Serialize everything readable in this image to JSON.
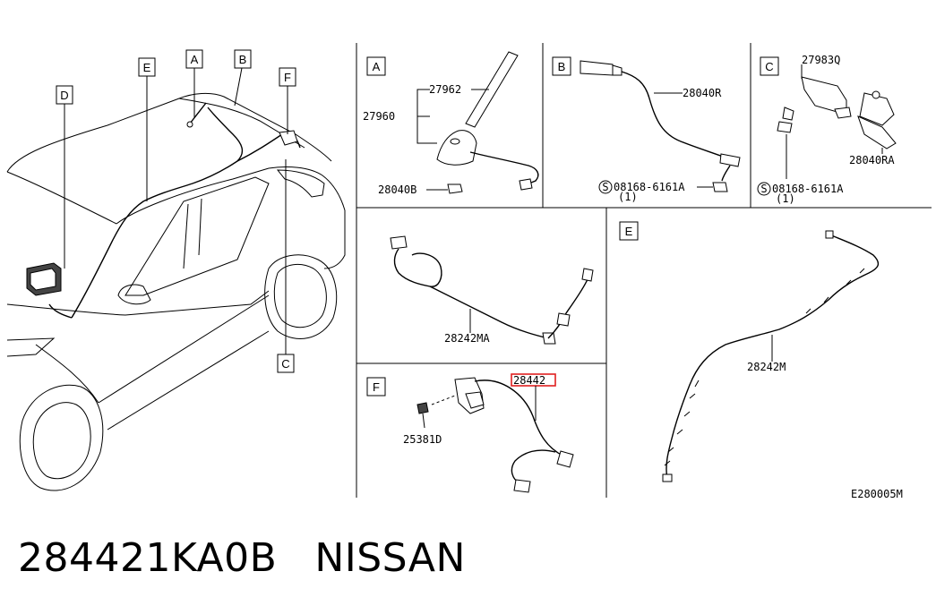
{
  "overview": {
    "callouts": [
      "A",
      "B",
      "C",
      "D",
      "E",
      "F"
    ]
  },
  "panels": {
    "A": {
      "letter": "A",
      "parts": [
        "27962",
        "27960",
        "28040B"
      ]
    },
    "B": {
      "letter": "B",
      "parts": [
        "28040R",
        "08168-6161A",
        "(1)"
      ],
      "screw_symbol": "S"
    },
    "C": {
      "letter": "C",
      "parts": [
        "27983Q",
        "28040RA",
        "08168-6161A",
        "(1)"
      ],
      "screw_symbol": "S"
    },
    "D": {
      "parts": [
        "28242MA"
      ]
    },
    "E": {
      "letter": "E",
      "parts": [
        "28242M"
      ]
    },
    "F": {
      "letter": "F",
      "parts": [
        "28442",
        "25381D"
      ],
      "highlight_color": "#e02020"
    }
  },
  "diagram_code": "E280005M",
  "caption": {
    "part_number": "284421KA0B",
    "brand": "NISSAN"
  }
}
